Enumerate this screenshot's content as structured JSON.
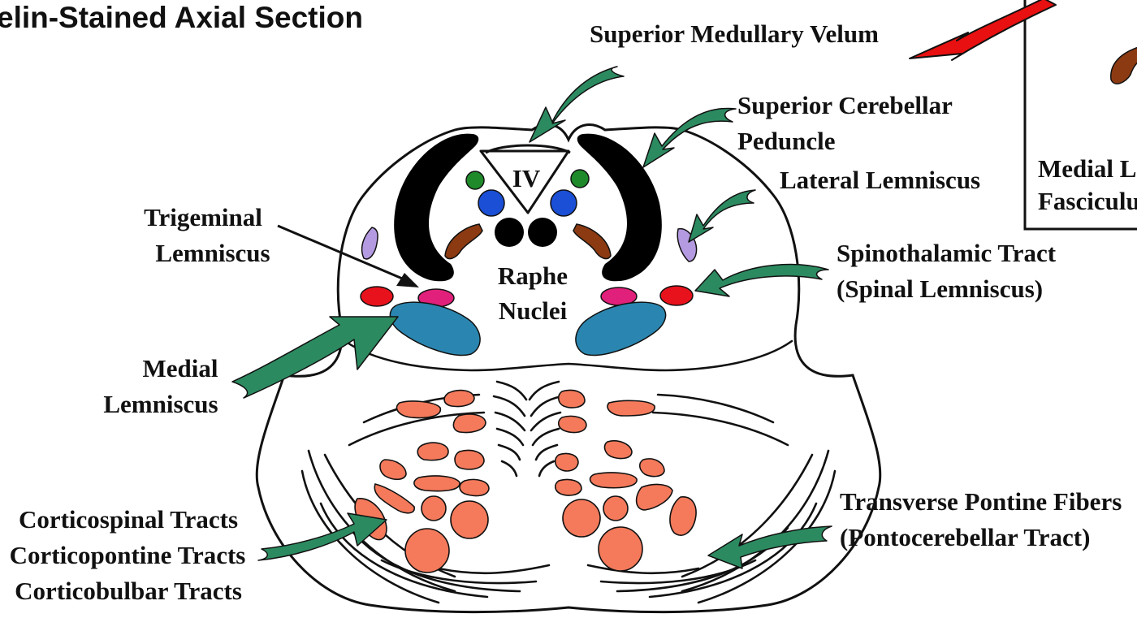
{
  "title": "elin-Stained Axial Section",
  "labels": {
    "superior_medullary_velum": "Superior Medullary Velum",
    "superior_cerebellar_peduncle_1": "Superior Cerebellar",
    "superior_cerebellar_peduncle_2": "Peduncle",
    "lateral_lemniscus": "Lateral Lemniscus",
    "trigeminal_lemniscus_1": "Trigeminal",
    "trigeminal_lemniscus_2": "Lemniscus",
    "spinothalamic_1": "Spinothalamic Tract",
    "spinothalamic_2": "(Spinal Lemniscus)",
    "medial_lemniscus_1": "Medial",
    "medial_lemniscus_2": "Lemniscus",
    "raphe_1": "Raphe",
    "raphe_2": "Nuclei",
    "fourth_ventricle": "IV",
    "corticospinal": "Corticospinal Tracts",
    "corticopontine": "Corticopontine Tracts",
    "corticobulbar": "Corticobulbar Tracts",
    "transverse_1": "Transverse Pontine Fibers",
    "transverse_2": "(Pontocerebellar Tract)"
  },
  "inset": {
    "label_1": "Medial L",
    "label_2": "Fasciculu"
  },
  "colors": {
    "peduncle": "#000000",
    "blue_nucleus": "#1a4fd6",
    "green_nucleus": "#1f8a2a",
    "brown_tract": "#8b3a12",
    "medial_lemniscus": "#2a86b0",
    "spinothalamic": "#e8121c",
    "trigeminal": "#e0207a",
    "lateral_lemniscus": "#b49ae0",
    "corticospinal": "#f47a5b",
    "pointer_arrow": "#2c8a60",
    "red_arrow": "#e81010"
  }
}
